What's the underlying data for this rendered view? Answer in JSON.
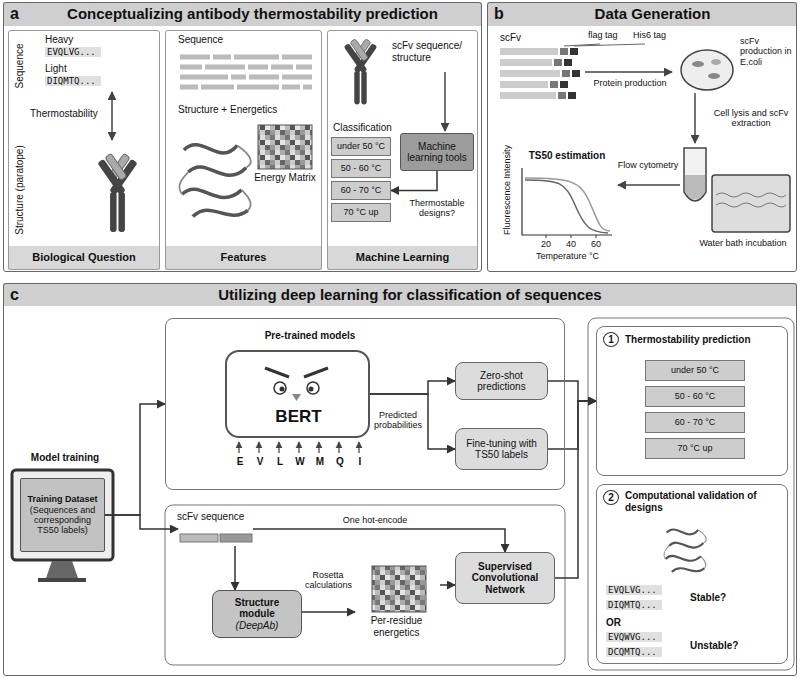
{
  "diagram": {
    "nodes": [
      {
        "text": [
          "a",
          "Conceptualizing antibody thermostability prediction"
        ]
      },
      {
        "text": [
          "Sequence",
          "Heavy",
          "EVQLVG...",
          "Light",
          "DIQMTQ...",
          "Thermostability",
          "Structure (paratope)",
          "Biological Question"
        ],
        "in": 0
      },
      {
        "text": [
          "Sequence",
          "Structure + Energetics",
          "Energy Matrix",
          "Features"
        ],
        "in": 0
      },
      {
        "text": [
          "scFv sequence/ structure",
          "Classification",
          "Machine Learning"
        ],
        "in": 0
      },
      {
        "text": [
          "Machine learning tools"
        ],
        "in": 3
      },
      {
        "text": [
          "under 50 °C"
        ],
        "in": 3
      },
      {
        "text": [
          "50 - 60 °C"
        ],
        "in": 3
      },
      {
        "text": [
          "60 - 70 °C"
        ],
        "in": 3
      },
      {
        "text": [
          "70 °C up"
        ],
        "in": 3
      },
      {
        "text": [
          "b",
          "Data Generation",
          "scFv",
          "flag tag",
          "His6 tag",
          "Protein production",
          "scFv production in E.coli",
          "Cell lysis and scFv extraction",
          "Flow cytometry",
          "TS50 estimation",
          "Fluorescence Intensity",
          "20",
          "40",
          "60",
          "Temperature °C",
          "Water bath incubation"
        ]
      },
      {
        "text": [
          "c",
          "Utilizing deep learning for classification of sequences"
        ]
      },
      {
        "text": [
          "Training Dataset",
          "(Sequences and corresponding TS50 labels)"
        ],
        "in": 10
      },
      {
        "text": [
          "Pre-trained models"
        ],
        "in": 10
      },
      {
        "text": [
          "BERT",
          "E",
          "V",
          "L",
          "W",
          "M",
          "Q",
          "I"
        ],
        "in": 12
      },
      {
        "text": [
          "Zero-shot predictions"
        ],
        "in": 12
      },
      {
        "text": [
          "Fine-tuning with TS50 labels"
        ],
        "in": 12
      },
      {
        "text": [
          "scFv sequence"
        ],
        "in": 10
      },
      {
        "text": [
          "Structure module",
          "(DeepAb)"
        ],
        "in": 10
      },
      {
        "text": [
          "Per-residue energetics"
        ],
        "in": 10
      },
      {
        "text": [
          "Supervised Convolutional Network"
        ],
        "in": 10
      },
      {
        "text": [
          "1",
          "Thermostability prediction"
        ],
        "in": 10
      },
      {
        "text": [
          "under 50 °C"
        ],
        "in": 20
      },
      {
        "text": [
          "50 - 60 °C"
        ],
        "in": 20
      },
      {
        "text": [
          "60 - 70 °C"
        ],
        "in": 20
      },
      {
        "text": [
          "70 °C up"
        ],
        "in": 20
      },
      {
        "text": [
          "2",
          "Computational validation of designs",
          "EVQLVG...",
          "DIQMTQ...",
          "Stable?",
          "OR",
          "EVQWVG...",
          "DCQMTQ...",
          "Unstable?"
        ],
        "in": 10
      }
    ],
    "edges": [
      {
        "from": 4,
        "to": 7,
        "arrow": "to",
        "label": "Thermostable designs?"
      },
      {
        "from": 11,
        "to": 12,
        "arrow": "to"
      },
      {
        "from": 11,
        "to": 16,
        "arrow": "to"
      },
      {
        "from": 13,
        "to": 14,
        "arrow": "to",
        "label": "Predicted probabilities"
      },
      {
        "from": 13,
        "to": 15,
        "arrow": "to"
      },
      {
        "from": 16,
        "to": 17,
        "arrow": "to"
      },
      {
        "from": 17,
        "to": 18,
        "arrow": "to",
        "label": "Rosetta calculations"
      },
      {
        "from": 16,
        "to": 19,
        "arrow": "to",
        "label": "One hot-encode"
      },
      {
        "from": 18,
        "to": 19,
        "arrow": "to"
      },
      {
        "from": 14,
        "to": 20,
        "arrow": "to"
      },
      {
        "from": 15,
        "to": 20,
        "arrow": "to"
      },
      {
        "from": 19,
        "to": 20,
        "arrow": "to"
      }
    ],
    "labels": [
      "Model training"
    ]
  }
}
